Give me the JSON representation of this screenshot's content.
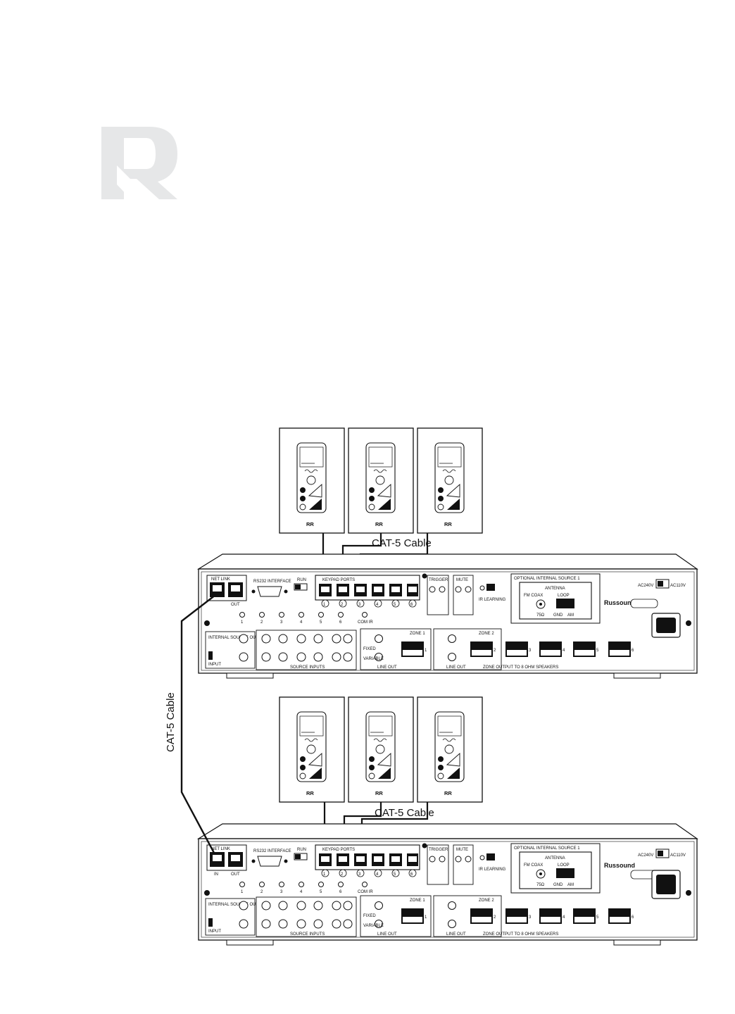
{
  "cable_labels": {
    "top": "CAT-5 Cable",
    "bottom": "CAT-5 Cable",
    "side": "CAT-5 Cable"
  },
  "unit": {
    "net_link_label": "NET LINK",
    "in_label": "IN",
    "out_label": "OUT",
    "rs232_label": "RS232 INTERFACE",
    "run_label": "RUN",
    "keypad_ports_label": "KEYPAD PORTS",
    "port_numbers": [
      "1",
      "2",
      "3",
      "4",
      "5",
      "6"
    ],
    "trigger_label": "TRIGGER",
    "mute_label": "MUTE",
    "ir_learning_label": "IR LEARNING",
    "optional_source_label": "OPTIONAL INTERNAL SOURCE 1",
    "antenna_label": "ANTENNA",
    "fm_coax_label": "FM COAX",
    "loop_label": "LOOP",
    "ohm_label": "75Ω",
    "gnd_label": "GND",
    "am_label": "AM",
    "brand": "Russound",
    "ir_numbers": [
      "1",
      "2",
      "3",
      "4",
      "5",
      "6"
    ],
    "com_ir_label": "COM IR",
    "internal_source_output_label": "INTERNAL SOURCE OUTPUT",
    "input_label": "INPUT",
    "source_inputs_label": "SOURCE INPUTS",
    "zone1_label": "ZONE 1",
    "zone2_label": "ZONE 2",
    "fixed_label": "FIXED",
    "variable_label": "VARIABLE",
    "line_out_label": "LINE OUT",
    "zone_output_label": "ZONE OUTPUT TO 8 OHM SPEAKERS",
    "zone_numbers": [
      "1",
      "2",
      "3",
      "4",
      "5",
      "6"
    ],
    "ac_240_label": "AC240V",
    "ac_110_label": "AC110V"
  }
}
